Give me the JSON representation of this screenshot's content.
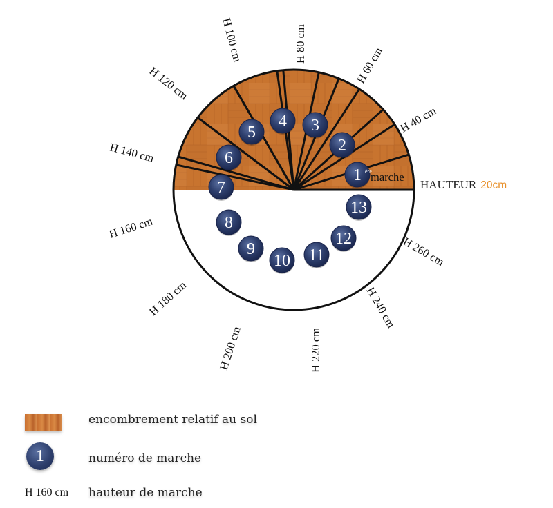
{
  "diagram": {
    "heights": [
      "H 40 cm",
      "H 60 cm",
      "H 80 cm",
      "H 100 cm",
      "H 120 cm",
      "H 140 cm",
      "H 160 cm",
      "H 180 cm",
      "H 200 cm",
      "H 220 cm",
      "H 240 cm",
      "H 260 cm"
    ],
    "step_numbers": [
      "1",
      "2",
      "3",
      "4",
      "5",
      "6",
      "7",
      "8",
      "9",
      "10",
      "11",
      "12",
      "13"
    ],
    "first_step": {
      "superscript": "ère",
      "word": "marche"
    },
    "hauteur": {
      "label": "HAUTEUR",
      "value": "20cm"
    },
    "colors": {
      "wood": "#c8742f",
      "badge": "#2e3f6d",
      "hauteur_value": "#e8902a",
      "lines": "#111111"
    }
  },
  "legend": {
    "footprint": "encombrement relatif au sol",
    "badge_sample": "1",
    "step_number": "numéro de marche",
    "height_sample": "H 160 cm",
    "height": "hauteur de marche"
  }
}
